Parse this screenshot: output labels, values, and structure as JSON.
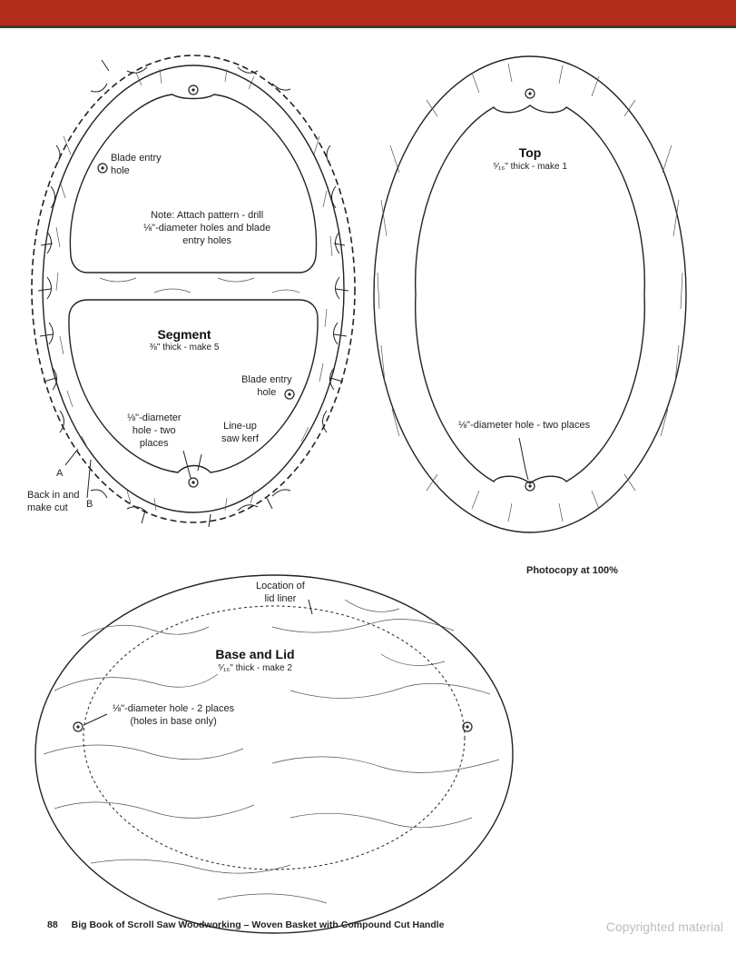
{
  "header": {
    "bar_color": "#b22d1c"
  },
  "segment": {
    "title": "Segment",
    "subtitle": "⅜\" thick - make 5",
    "blade_entry_top": "Blade entry\nhole",
    "note": "Note: Attach pattern - drill\n⅛\"-diameter holes and blade\nentry holes",
    "blade_entry_right": "Blade entry\nhole",
    "diameter_hole": "⅛\"-diameter\nhole - two\nplaces",
    "line_up": "Line-up\nsaw kerf",
    "back_in": "Back in and\nmake cut",
    "label_a": "A",
    "label_b": "B"
  },
  "top": {
    "title": "Top",
    "subtitle": "⁵⁄₁₆\" thick - make 1",
    "diameter_hole": "⅛\"-diameter hole - two places"
  },
  "photocopy": "Photocopy at 100%",
  "base": {
    "title": "Base and Lid",
    "subtitle": "⁵⁄₁₆\" thick - make 2",
    "liner": "Location of\nlid liner",
    "diameter_hole": "⅛\"-diameter hole - 2 places\n(holes in base only)"
  },
  "footer": {
    "page": "88",
    "text": "Big Book of Scroll Saw Woodworking – Woven Basket with Compound Cut Handle",
    "copyright": "Copyrighted material"
  }
}
